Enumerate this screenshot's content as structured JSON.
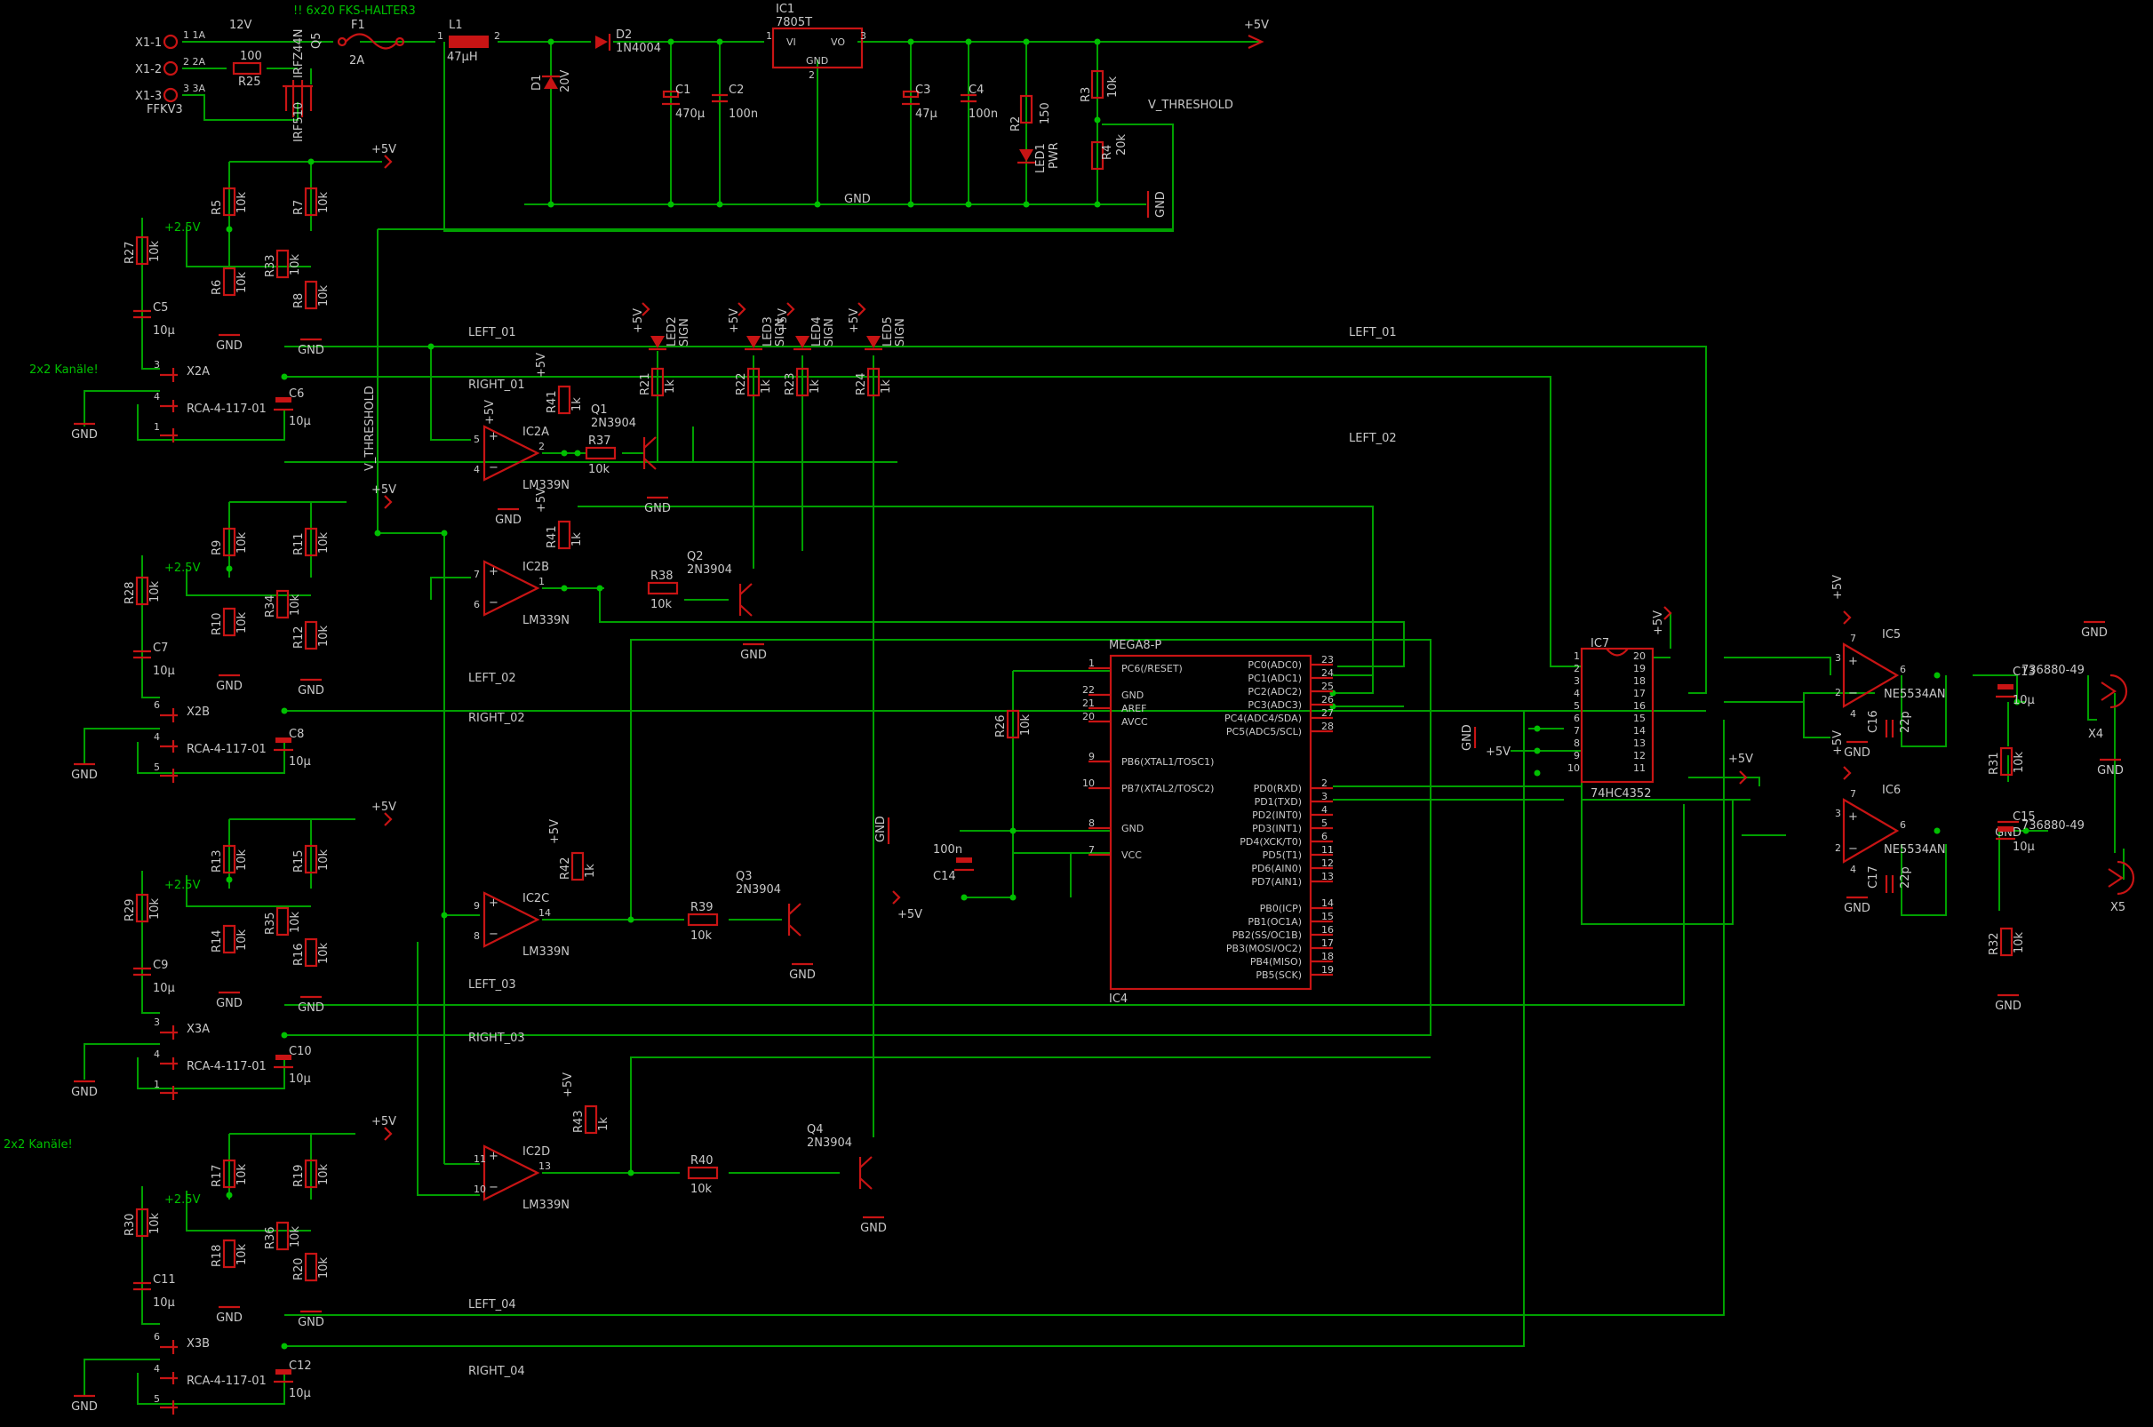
{
  "schematic": {
    "notes": [
      "!! 6x20 FKS-HALTER3",
      "2x2 Kanäle!"
    ],
    "nets": {
      "vplus": "+5V",
      "gnd": "GND",
      "v25": "+2.5V",
      "v12": "12V",
      "threshold": "V_THRESHOLD",
      "left": [
        "LEFT_01",
        "LEFT_02",
        "LEFT_03",
        "LEFT_04"
      ],
      "right": [
        "RIGHT_01",
        "RIGHT_02",
        "RIGHT_03",
        "RIGHT_04"
      ]
    },
    "power": {
      "x1": [
        "X1-1",
        "X1-2",
        "X1-3"
      ],
      "x1_pins": [
        "1A",
        "2A",
        "3A"
      ],
      "x1_type": "FFKV3",
      "r25": {
        "name": "R25",
        "value": "100"
      },
      "q5": {
        "name": "Q5",
        "type": "IRFZ44N",
        "alt": "IRF510"
      },
      "f1": {
        "name": "F1",
        "value": "2A"
      },
      "l1": {
        "name": "L1",
        "value": "47µH"
      },
      "d2": {
        "name": "D2",
        "value": "1N4004"
      },
      "d1": {
        "name": "D1",
        "value": "20V"
      },
      "ic1": {
        "name": "IC1",
        "type": "7805T",
        "vi": "VI",
        "vo": "VO",
        "gnd": "GND"
      },
      "c1": {
        "name": "C1",
        "value": "470µ"
      },
      "c2": {
        "name": "C2",
        "value": "100n"
      },
      "c3": {
        "name": "C3",
        "value": "47µ"
      },
      "c4": {
        "name": "C4",
        "value": "100n"
      },
      "r2": {
        "name": "R2",
        "value": "150"
      },
      "led1": {
        "name": "LED1",
        "value": "PWR"
      },
      "r3": {
        "name": "R3",
        "value": "10k"
      },
      "r4": {
        "name": "R4",
        "value": "20k"
      }
    },
    "channels": [
      {
        "x": "X2A",
        "rca": "RCA-4-117-01",
        "c": "C5",
        "cc": "C6",
        "r_top": "R5",
        "r_bot": "R6",
        "r_bias": "R27",
        "r_in1": "R7",
        "r_in2": "R8",
        "r_mid": "R33",
        "cap": "10µ",
        "pins": [
          "3",
          "4",
          "1"
        ]
      },
      {
        "x": "X2B",
        "rca": "RCA-4-117-01",
        "c": "C7",
        "cc": "C8",
        "r_top": "R9",
        "r_bot": "R10",
        "r_bias": "R28",
        "r_in1": "R11",
        "r_in2": "R12",
        "r_mid": "R34",
        "cap": "10µ",
        "pins": [
          "6",
          "4",
          "5"
        ]
      },
      {
        "x": "X3A",
        "rca": "RCA-4-117-01",
        "c": "C9",
        "cc": "C10",
        "r_top": "R13",
        "r_bot": "R14",
        "r_bias": "R29",
        "r_in1": "R15",
        "r_in2": "R16",
        "r_mid": "R35",
        "cap": "10µ",
        "pins": [
          "3",
          "4",
          "1"
        ]
      },
      {
        "x": "X3B",
        "rca": "RCA-4-117-01",
        "c": "C11",
        "cc": "C12",
        "r_top": "R17",
        "r_bot": "R18",
        "r_bias": "R30",
        "r_in1": "R19",
        "r_in2": "R20",
        "r_mid": "R36",
        "cap": "10µ",
        "pins": [
          "6",
          "4",
          "5"
        ]
      }
    ],
    "res_value": "10k",
    "comparators": [
      {
        "name": "IC2A",
        "type": "LM339N",
        "pins": [
          "5",
          "4",
          "2"
        ],
        "rpull": "R41",
        "rb": "R37",
        "q": "Q1",
        "qtype": "2N3904"
      },
      {
        "name": "IC2B",
        "type": "LM339N",
        "pins": [
          "7",
          "6",
          "1"
        ],
        "rpull": "R41",
        "rb": "R38",
        "q": "Q2",
        "qtype": "2N3904"
      },
      {
        "name": "IC2C",
        "type": "LM339N",
        "pins": [
          "9",
          "8",
          "14"
        ],
        "rpull": "R42",
        "rb": "R39",
        "q": "Q3",
        "qtype": "2N3904"
      },
      {
        "name": "IC2D",
        "type": "LM339N",
        "pins": [
          "11",
          "10",
          "13"
        ],
        "rpull": "R43",
        "rb": "R40",
        "q": "Q4",
        "qtype": "2N3904"
      }
    ],
    "pull_value": "1k",
    "leds": [
      {
        "r": "R21",
        "led": "LED2"
      },
      {
        "r": "R22",
        "led": "LED3"
      },
      {
        "r": "R23",
        "led": "LED4"
      },
      {
        "r": "R24",
        "led": "LED5"
      }
    ],
    "led_value": "SIGN",
    "mcu": {
      "name": "IC4",
      "type": "MEGA8-P",
      "left_pins": [
        {
          "n": "1",
          "l": "PC6(/RESET)"
        },
        {
          "n": "22",
          "l": "GND"
        },
        {
          "n": "21",
          "l": "AREF"
        },
        {
          "n": "20",
          "l": "AVCC"
        },
        {
          "n": "9",
          "l": "PB6(XTAL1/TOSC1)"
        },
        {
          "n": "10",
          "l": "PB7(XTAL2/TOSC2)"
        },
        {
          "n": "8",
          "l": "GND"
        },
        {
          "n": "7",
          "l": "VCC"
        }
      ],
      "right_pins": [
        {
          "n": "23",
          "l": "PC0(ADC0)"
        },
        {
          "n": "24",
          "l": "PC1(ADC1)"
        },
        {
          "n": "25",
          "l": "PC2(ADC2)"
        },
        {
          "n": "26",
          "l": "PC3(ADC3)"
        },
        {
          "n": "27",
          "l": "PC4(ADC4/SDA)"
        },
        {
          "n": "28",
          "l": "PC5(ADC5/SCL)"
        },
        {
          "n": "2",
          "l": "PD0(RXD)"
        },
        {
          "n": "3",
          "l": "PD1(TXD)"
        },
        {
          "n": "4",
          "l": "PD2(INT0)"
        },
        {
          "n": "5",
          "l": "PD3(INT1)"
        },
        {
          "n": "6",
          "l": "PD4(XCK/T0)"
        },
        {
          "n": "11",
          "l": "PD5(T1)"
        },
        {
          "n": "12",
          "l": "PD6(AIN0)"
        },
        {
          "n": "13",
          "l": "PD7(AIN1)"
        },
        {
          "n": "14",
          "l": "PB0(ICP)"
        },
        {
          "n": "15",
          "l": "PB1(OC1A)"
        },
        {
          "n": "16",
          "l": "PB2(SS/OC1B)"
        },
        {
          "n": "17",
          "l": "PB3(MOSI/OC2)"
        },
        {
          "n": "18",
          "l": "PB4(MISO)"
        },
        {
          "n": "19",
          "l": "PB5(SCK)"
        }
      ],
      "r26": {
        "name": "R26",
        "value": "10k"
      },
      "c14": {
        "name": "C14",
        "value": "100n"
      }
    },
    "mux": {
      "name": "IC7",
      "type": "74HC4352",
      "left_pins": [
        "1",
        "2",
        "3",
        "4",
        "5",
        "6",
        "7",
        "8",
        "9",
        "10"
      ],
      "right_pins": [
        "20",
        "19",
        "18",
        "17",
        "16",
        "15",
        "14",
        "13",
        "12",
        "11"
      ]
    },
    "amps": [
      {
        "name": "IC5",
        "type": "NE5534AN",
        "pins": [
          "3",
          "2",
          "7",
          "4",
          "6"
        ],
        "c": "C16",
        "cv": "22p",
        "cout": "C13",
        "rout": "R31",
        "jack": "X4",
        "jtype": "736880-49"
      },
      {
        "name": "IC6",
        "type": "NE5534AN",
        "pins": [
          "3",
          "2",
          "7",
          "4",
          "6"
        ],
        "c": "C17",
        "cv": "22p",
        "cout": "C15",
        "rout": "R32",
        "jack": "X5",
        "jtype": "736880-49"
      }
    ]
  }
}
